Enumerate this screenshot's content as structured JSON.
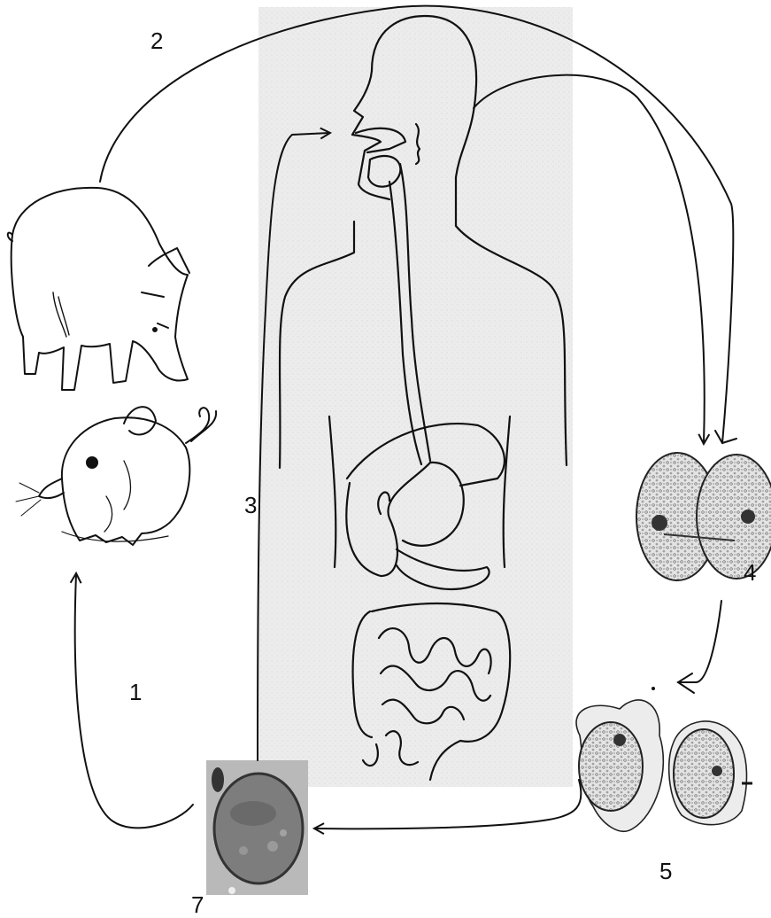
{
  "labels": {
    "step1": "1",
    "step2": "2",
    "step3": "3",
    "step4": "4",
    "step5": "5",
    "step7": "7"
  },
  "colors": {
    "line": "#111111",
    "background": "#ffffff",
    "body_panel": "#e9e9e9",
    "cell_fill": "#d8d8d8",
    "micrograph_bg": "#b9b9b9",
    "micrograph_cell": "#7d7d7d"
  },
  "icons": {
    "pig": "pig-illustration",
    "rat": "rat-illustration",
    "human": "human-digestive-system",
    "dividing_cells": "dividing-cyst-drawing",
    "trophozoites": "trophozoite-drawing",
    "cyst_micrograph": "cyst-micrograph"
  }
}
